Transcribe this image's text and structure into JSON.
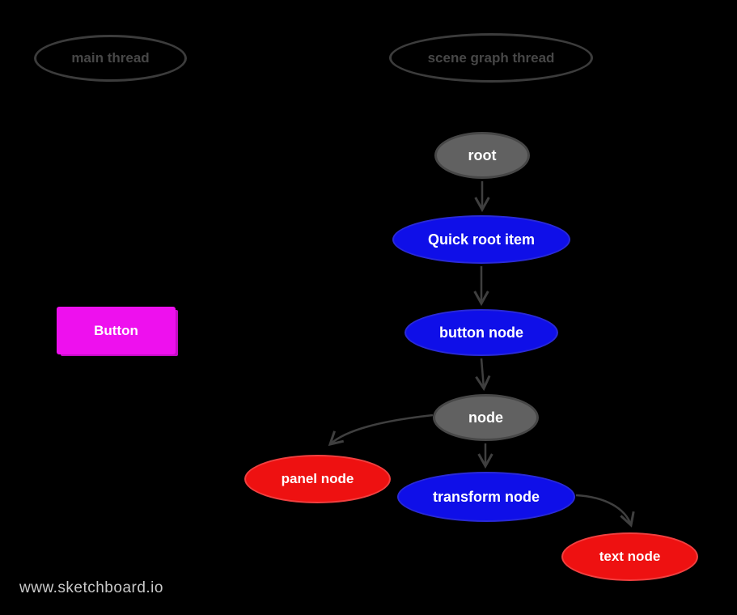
{
  "diagram": {
    "watermark": "www.sketchboard.io",
    "groups": {
      "main_thread": {
        "label": "main thread"
      },
      "scene_graph_thread": {
        "label": "scene graph thread"
      }
    },
    "nodes": {
      "root": {
        "label": "root",
        "shape": "ellipse",
        "color": "gray"
      },
      "quick_root_item": {
        "label": "Quick root item",
        "shape": "ellipse",
        "color": "blue"
      },
      "button_node": {
        "label": "button node",
        "shape": "ellipse",
        "color": "blue"
      },
      "node": {
        "label": "node",
        "shape": "ellipse",
        "color": "gray"
      },
      "panel_node": {
        "label": "panel node",
        "shape": "ellipse",
        "color": "red"
      },
      "transform_node": {
        "label": "transform node",
        "shape": "ellipse",
        "color": "blue"
      },
      "text_node": {
        "label": "text node",
        "shape": "ellipse",
        "color": "red"
      },
      "button": {
        "label": "Button",
        "shape": "rectangle",
        "color": "magenta"
      }
    },
    "edges": [
      {
        "from": "root",
        "to": "quick_root_item",
        "style": "straight-arrow"
      },
      {
        "from": "quick_root_item",
        "to": "button_node",
        "style": "straight-arrow"
      },
      {
        "from": "button_node",
        "to": "node",
        "style": "straight-arrow"
      },
      {
        "from": "node",
        "to": "panel_node",
        "style": "curved-arrow"
      },
      {
        "from": "node",
        "to": "transform_node",
        "style": "straight-arrow"
      },
      {
        "from": "transform_node",
        "to": "text_node",
        "style": "curved-arrow"
      }
    ],
    "colors": {
      "background": "#000000",
      "blue": "#0f0fe8",
      "red": "#ee1111",
      "magenta": "#ee10ee",
      "gray_fill": "#616161",
      "gray_stroke": "#474747",
      "outline_stroke": "#3c3c3c",
      "outline_text": "#474747",
      "arrow": "#3f3f3f",
      "node_text": "#ffffff",
      "watermark_text": "#c9c9c9"
    }
  }
}
